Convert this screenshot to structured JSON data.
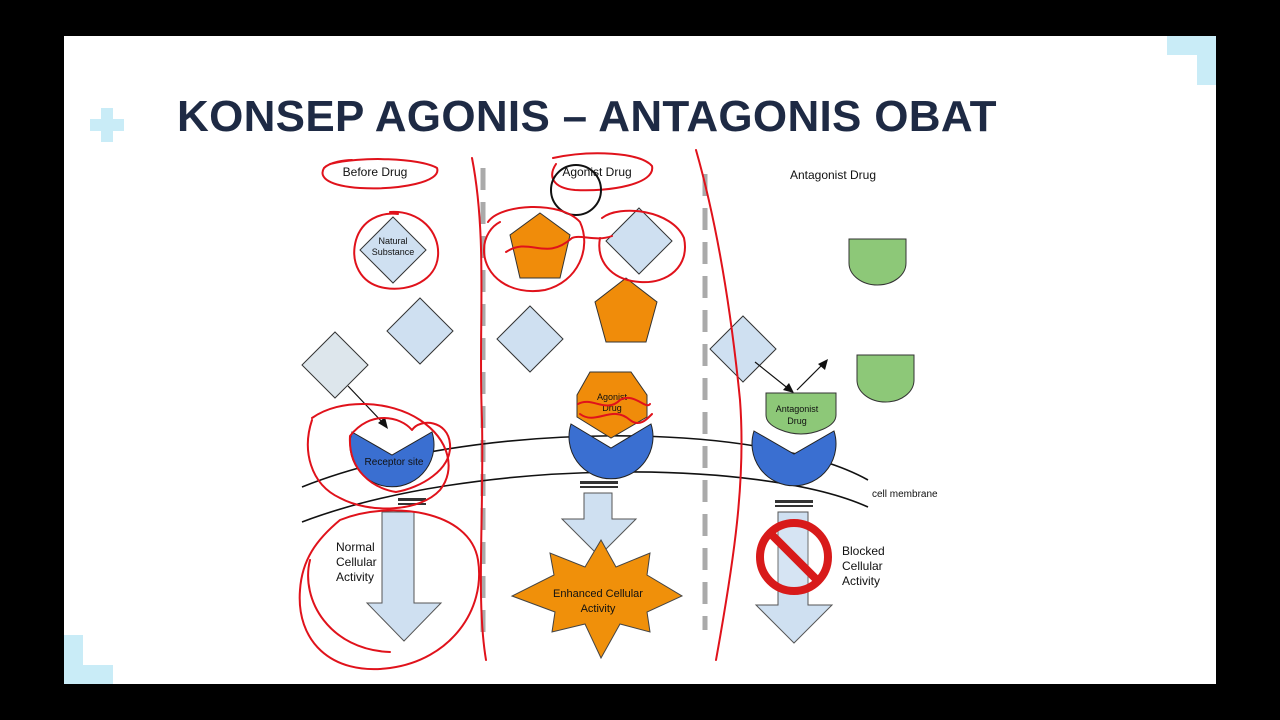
{
  "slide": {
    "title": "KONSEP AGONIS – ANTAGONIS OBAT"
  },
  "colors": {
    "background": "#000000",
    "slide": "#ffffff",
    "title": "#1e2a44",
    "accent_cyan": "#c9ecf7",
    "receptor_blue": "#3a6fd1",
    "agonist_orange": "#f08c0a",
    "antagonist_green": "#8dc878",
    "natural_substance": "#cfe0f1",
    "annotation_red": "#e0121b"
  },
  "icons": [
    "plus-icon",
    "corner-bracket-icon",
    "no-entry-sign-icon"
  ],
  "diagram": {
    "panels": {
      "before": {
        "heading": "Before Drug",
        "substance_label_1": "Natural",
        "substance_label_2": "Substance",
        "receptor_label": "Receptor site",
        "activity_1": "Normal",
        "activity_2": "Cellular",
        "activity_3": "Activity"
      },
      "agonist": {
        "heading": "Agonist Drug",
        "drug_label_1": "Agonist",
        "drug_label_2": "Drug",
        "activity_1": "Enhanced Cellular",
        "activity_2": "Activity"
      },
      "antagonist": {
        "heading": "Antagonist Drug",
        "drug_label_1": "Antagonist",
        "drug_label_2": "Drug",
        "activity_1": "Blocked",
        "activity_2": "Cellular",
        "activity_3": "Activity"
      }
    },
    "membrane_label": "cell membrane"
  }
}
